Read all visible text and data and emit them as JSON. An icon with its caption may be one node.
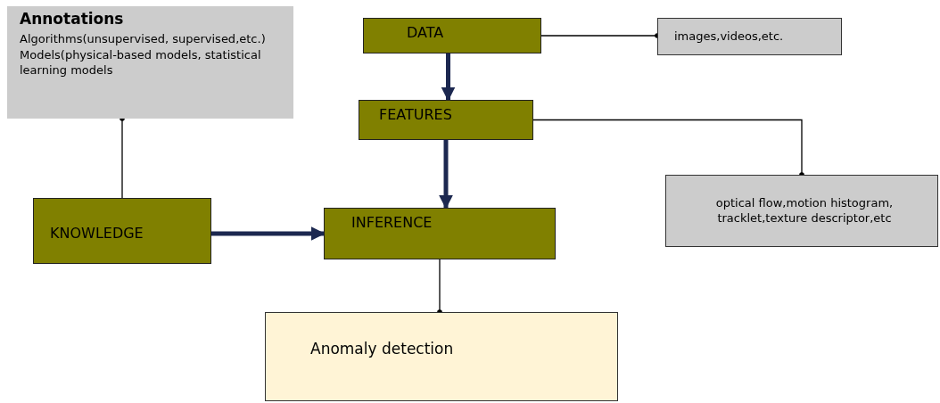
{
  "diagram": {
    "nodes": [
      {
        "text": [
          "Annotations",
          "Algorithms(unsupervised, supervised,etc.)",
          "Models(physical-based models, statistical learning models"
        ]
      },
      {
        "text": [
          "DATA"
        ]
      },
      {
        "text": [
          "images,videos,etc."
        ]
      },
      {
        "text": [
          "FEATURES"
        ]
      },
      {
        "text": [
          "optical flow,motion histogram, tracklet,texture descriptor,etc"
        ]
      },
      {
        "text": [
          "KNOWLEDGE"
        ]
      },
      {
        "text": [
          "INFERENCE"
        ]
      },
      {
        "text": [
          "Anomaly detection"
        ]
      }
    ],
    "edges": [
      {
        "from": 1,
        "to": 2,
        "arrow": "other"
      },
      {
        "from": 1,
        "to": 3,
        "arrow": "to",
        "style": "thick",
        "color": "#1c2850"
      },
      {
        "from": 3,
        "to": 4,
        "arrow": "other"
      },
      {
        "from": 3,
        "to": 6,
        "arrow": "to",
        "style": "thick",
        "color": "#1c2850"
      },
      {
        "from": 5,
        "to": 0,
        "arrow": "other"
      },
      {
        "from": 5,
        "to": 6,
        "arrow": "to",
        "style": "thick",
        "color": "#1c2850"
      },
      {
        "from": 6,
        "to": 7,
        "arrow": "other"
      }
    ]
  }
}
